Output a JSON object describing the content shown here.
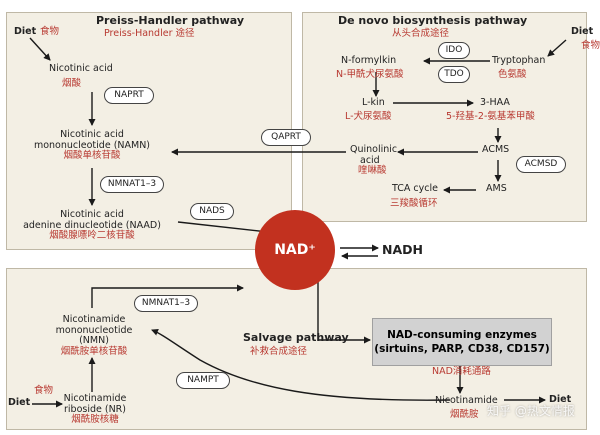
{
  "preiss": {
    "title": "Preiss-Handler pathway",
    "title_cn": "Preiss-Handler 途径",
    "diet_label": "Diet",
    "diet_cn": "食物",
    "na": "Nicotinic acid",
    "na_cn": "烟酸",
    "naprt": "NAPRT",
    "namn_l1": "Nicotinic acid",
    "namn_l2": "mononucleotide (NAMN)",
    "namn_cn": "烟酸单核苷酸",
    "nmnat": "NMNAT1–3",
    "naad_l1": "Nicotinic acid",
    "naad_l2": "adenine dinucleotide (NAAD)",
    "naad_cn": "烟酸腺嘌呤二核苷酸",
    "nads": "NADS"
  },
  "denovo": {
    "title": "De novo biosynthesis pathway",
    "title_cn": "从头合成途径",
    "diet_label": "Diet",
    "diet_cn": "食物",
    "ido": "IDO",
    "tdo": "TDO",
    "trp": "Tryptophan",
    "trp_cn": "色氨酸",
    "nfk": "N-formylkin",
    "nfk_cn": "N-甲酰犬尿氨酸",
    "lkin": "L-kin",
    "lkin_cn": "L-犬尿氨酸",
    "haa": "3-HAA",
    "haa_cn": "5-羟基-2-氨基苯甲酸",
    "qaprt": "QAPRT",
    "qa_l1": "Quinolinic",
    "qa_l2": "acid",
    "qa_cn": "喹啉酸",
    "acms": "ACMS",
    "acmsd": "ACMSD",
    "tca": "TCA cycle",
    "tca_cn": "三羧酸循环",
    "ams": "AMS"
  },
  "center": {
    "nad": "NAD⁺",
    "nadh": "NADH"
  },
  "salvage": {
    "title": "Salvage pathway",
    "title_cn": "补救合成途径",
    "nmnat": "NMNAT1–3",
    "nmn_l1": "Nicotinamide",
    "nmn_l2": "mononucleotide",
    "nmn_l3": "(NMN)",
    "nmn_cn": "烟酰胺单核苷酸",
    "nampt": "NAMPT",
    "diet_label": "Diet",
    "diet_cn": "食物",
    "nr_l1": "Nicotinamide",
    "nr_l2": "riboside (NR)",
    "nr_cn": "烟酰胺核糖",
    "enzymes_l1": "NAD-consuming enzymes",
    "enzymes_l2": "(sirtuins, PARP, CD38, CD157)",
    "enzymes_cn": "NAD消耗通路",
    "nam": "Nicotinamide",
    "nam_cn": "烟酰胺",
    "diet_right": "Diet"
  },
  "watermark": "知乎 @热文情报",
  "colors": {
    "panel": "#f3efe4",
    "chinese_text": "#b83a32",
    "nad_circle": "#c2311f",
    "enzymes_box": "#d2d2d2"
  }
}
